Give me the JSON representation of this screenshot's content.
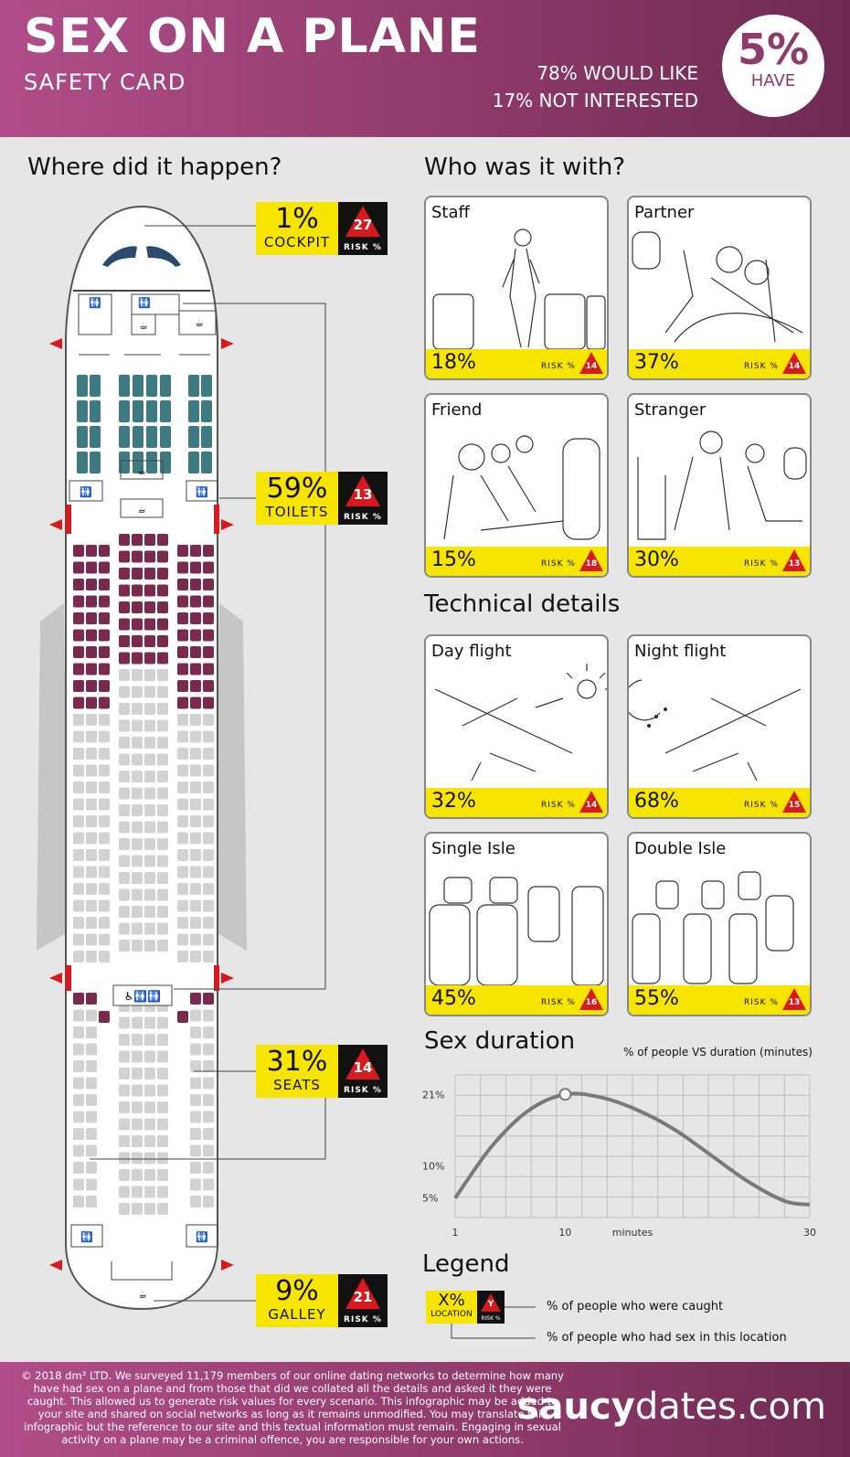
{
  "header": {
    "title": "SEX ON A PLANE",
    "subtitle": "SAFETY CARD",
    "stat_would_like": "78% WOULD LIKE",
    "stat_not_interested": "17% NOT INTERESTED",
    "have_value": "5%",
    "have_label": "HAVE"
  },
  "where": {
    "title": "Where did it happen?",
    "locations": [
      {
        "pct": "1%",
        "label": "COCKPIT",
        "risk": "27",
        "risk_label": "RISK %"
      },
      {
        "pct": "59%",
        "label": "TOILETS",
        "risk": "13",
        "risk_label": "RISK %"
      },
      {
        "pct": "31%",
        "label": "SEATS",
        "risk": "14",
        "risk_label": "RISK %"
      },
      {
        "pct": "9%",
        "label": "GALLEY",
        "risk": "21",
        "risk_label": "RISK %"
      }
    ]
  },
  "who": {
    "title": "Who was it with?",
    "cards": [
      {
        "label": "Staff",
        "pct": "18%",
        "risk_label": "RISK %",
        "risk": "14",
        "icon": "flight-attendant-illustration"
      },
      {
        "label": "Partner",
        "pct": "37%",
        "risk_label": "RISK %",
        "risk": "14",
        "icon": "couple-illustration"
      },
      {
        "label": "Friend",
        "pct": "15%",
        "risk_label": "RISK %",
        "risk": "18",
        "icon": "friends-illustration"
      },
      {
        "label": "Stranger",
        "pct": "30%",
        "risk_label": "RISK %",
        "risk": "13",
        "icon": "strangers-illustration"
      }
    ]
  },
  "technical": {
    "title": "Technical details",
    "cards": [
      {
        "label": "Day flight",
        "pct": "32%",
        "risk_label": "RISK %",
        "risk": "14",
        "icon": "plane-sun-illustration"
      },
      {
        "label": "Night flight",
        "pct": "68%",
        "risk_label": "RISK %",
        "risk": "15",
        "icon": "plane-moon-illustration"
      },
      {
        "label": "Single Isle",
        "pct": "45%",
        "risk_label": "RISK %",
        "risk": "16",
        "icon": "single-aisle-cabin-illustration"
      },
      {
        "label": "Double Isle",
        "pct": "55%",
        "risk_label": "RISK %",
        "risk": "13",
        "icon": "double-aisle-cabin-illustration"
      }
    ]
  },
  "duration": {
    "title": "Sex duration",
    "note": "% of people VS duration (minutes)",
    "y_ticks": [
      "21%",
      "10%",
      "5%"
    ],
    "x_ticks": [
      "1",
      "10",
      "minutes",
      "30"
    ]
  },
  "chart_data": {
    "type": "line",
    "title": "Sex duration",
    "subtitle": "% of people VS duration (minutes)",
    "xlabel": "minutes",
    "ylabel": "",
    "x": [
      1,
      4,
      7,
      10,
      13,
      16,
      19,
      22,
      25,
      28,
      30
    ],
    "values": [
      5,
      13,
      18.5,
      21,
      20.5,
      18.5,
      15.5,
      11.5,
      7.5,
      4.5,
      4
    ],
    "xlim": [
      1,
      30
    ],
    "ylim": [
      2,
      24
    ],
    "peak": {
      "x": 10,
      "y": 21
    },
    "grid": true
  },
  "legend": {
    "title": "Legend",
    "sample_pct": "X%",
    "sample_label": "LOCATION",
    "sample_risk": "Y",
    "sample_risk_label": "RISK %",
    "caught_text": "% of people who were caught",
    "location_text": "% of people who had sex in this location"
  },
  "footer": {
    "disclaimer": "© 2018 dm³ LTD. We surveyed 11,179 members of our online dating networks to determine how many have had sex on a plane and from those that did we collated all the details and asked it they were caught. This allowed us to generate risk values for every scenario. This infographic may be added to your site and shared on social networks as long as it remains unmodified. You may translate this infographic but the reference to our site and this textual information must remain. Engaging in sexual activity on a plane may be a criminal offence, you are responsible for your own actions.",
    "brand_bold": "saucy",
    "brand_rest": "dates.com"
  },
  "colors": {
    "header": "#8e3a6a",
    "yellow": "#f7e500",
    "risk_red": "#d8191e",
    "seat_teal": "#3d7a82",
    "seat_purple": "#7a2a4e"
  }
}
